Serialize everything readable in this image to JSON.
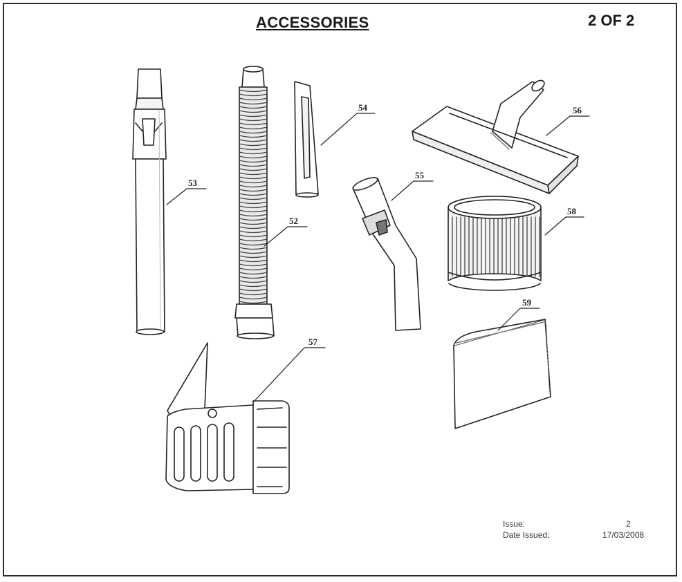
{
  "header": {
    "title": "ACCESSORIES",
    "page": "2 OF 2"
  },
  "parts": [
    {
      "number": "52",
      "name": "hose"
    },
    {
      "number": "53",
      "name": "extension-tube"
    },
    {
      "number": "54",
      "name": "crevice-tool"
    },
    {
      "number": "55",
      "name": "curved-wand"
    },
    {
      "number": "56",
      "name": "floor-tool"
    },
    {
      "number": "57",
      "name": "adaptor"
    },
    {
      "number": "58",
      "name": "cartridge-filter"
    },
    {
      "number": "59",
      "name": "filter-sleeve"
    }
  ],
  "footer": {
    "issue_label": "Issue:",
    "issue_value": "2",
    "date_label": "Date Issued:",
    "date_value": "17/03/2008"
  }
}
